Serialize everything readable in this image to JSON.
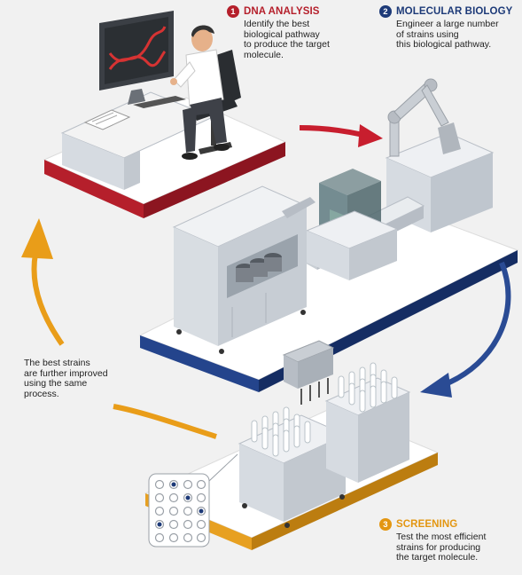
{
  "steps": [
    {
      "number": "1",
      "title": "DNA ANALYSIS",
      "description": "Identify the best\nbiological pathway\nto produce the target\n    molecule.",
      "color": "#b51f2b"
    },
    {
      "number": "2",
      "title": "MOLECULAR BIOLOGY",
      "description": "Engineer a large number\nof strains using\nthis biological pathway.",
      "color": "#1d3a78"
    },
    {
      "number": "3",
      "title": "SCREENING",
      "description": "Test the most efficient\nstrains for producing\nthe target molecule.",
      "color": "#e39611"
    }
  ],
  "loop_note": "The best strains\nare further improved\nusing the same\nprocess.",
  "icons": [
    "scientist-icon",
    "dna-monitor-icon",
    "robot-arm-icon",
    "liquid-handler-icon",
    "test-tube-rack-icon",
    "multiwell-plate-icon"
  ],
  "colors": {
    "red": "#b51f2b",
    "blue": "#1d3a78",
    "orange": "#e39611",
    "platform": "#ffffff",
    "machine": "#e6e9ed"
  }
}
